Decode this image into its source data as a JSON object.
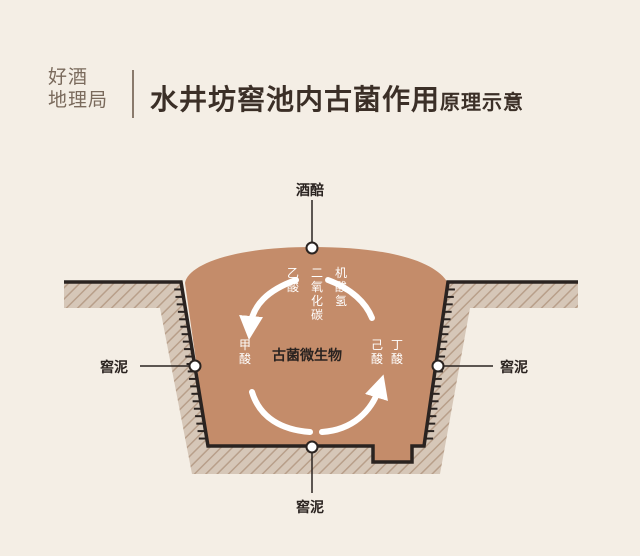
{
  "header": {
    "brand_line1": "好酒",
    "brand_line2": "地理局",
    "title_main": "水井坊窖池内古菌作用",
    "title_sub": "原理示意"
  },
  "labels": {
    "top": "酒醅",
    "left": "窖泥",
    "right": "窖泥",
    "bottom": "窖泥",
    "center": "古菌微生物"
  },
  "cycle": {
    "acids": [
      "乙酸",
      "二氧化碳",
      "机酸氢",
      "甲酸",
      "己酸",
      "丁酸"
    ]
  },
  "colors": {
    "background": "#f4eee5",
    "mash": "#c48c6a",
    "soil": "#d6c7b8",
    "hatch": "#b89f8a",
    "outline": "#2a2320"
  }
}
